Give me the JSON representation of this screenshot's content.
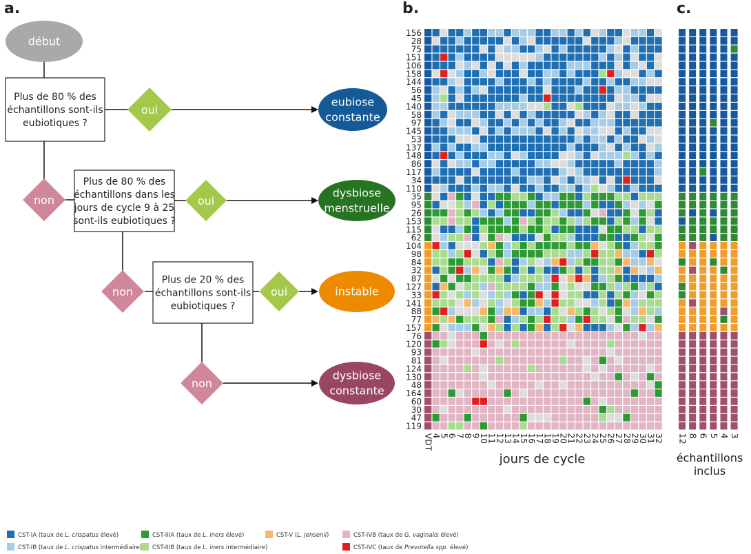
{
  "panels": {
    "a": "a.",
    "b": "b.",
    "c": "c."
  },
  "flowchart": {
    "start": "début",
    "q1": [
      "Plus de 80 % des",
      "échantillons sont-ils",
      "eubiotiques ?"
    ],
    "q2": [
      "Plus de 80 % des",
      "échantillons dans les",
      "jours de cycle 9 à 25",
      "sont-ils eubiotiques ?"
    ],
    "q3": [
      "Plus de 20 % des",
      "échantillons sont-ils",
      "eubiotiques ?"
    ],
    "yes": "oui",
    "no": "non",
    "out1": [
      "eubiose",
      "constante"
    ],
    "out2": [
      "dysbiose",
      "menstruelle"
    ],
    "out3": [
      "instable"
    ],
    "out4": [
      "dysbiose",
      "constante"
    ]
  },
  "heatmap": {
    "xlabel": "jours de cycle",
    "row_labels": [
      "156",
      "28",
      "75",
      "151",
      "106",
      "158",
      "144",
      "56",
      "45",
      "140",
      "58",
      "97",
      "145",
      "53",
      "137",
      "148",
      "86",
      "117",
      "34",
      "110",
      "35",
      "95",
      "26",
      "153",
      "115",
      "62",
      "104",
      "98",
      "84",
      "32",
      "87",
      "127",
      "33",
      "141",
      "88",
      "77",
      "157",
      "76",
      "120",
      "93",
      "81",
      "124",
      "130",
      "48",
      "164",
      "60",
      "30",
      "47",
      "119"
    ],
    "first_col_label": "VDT",
    "day_labels": [
      "4",
      "5",
      "6",
      "7",
      "8",
      "9",
      "10",
      "11",
      "12",
      "13",
      "14",
      "15",
      "16",
      "17",
      "18",
      "19",
      "20",
      "21",
      "22",
      "23",
      "24",
      "25",
      "26",
      "27",
      "28",
      "29",
      "30",
      "31",
      "32"
    ],
    "groups": [
      {
        "code": "A",
        "count": 20
      },
      {
        "code": "C",
        "count": 6
      },
      {
        "code": "O",
        "count": 11
      },
      {
        "code": "P",
        "count": 12
      }
    ]
  },
  "included": {
    "xlabel": [
      "échantillons",
      "inclus"
    ],
    "col_labels": [
      "12",
      "8",
      "6",
      "5",
      "4",
      "3"
    ]
  },
  "legend": [
    {
      "code": "A",
      "color": "#1f6fb2",
      "name": "CST-IA",
      "pre": " (taux de ",
      "species": "L. crispatus",
      "post": " élevé)"
    },
    {
      "code": "B",
      "color": "#a6cde8",
      "name": "CST-IB",
      "pre": " (taux de ",
      "species": "L. crispatus",
      "post": " intermédiaire)"
    },
    {
      "code": "C",
      "color": "#2e9a34",
      "name": "CST-IIIA",
      "pre": " (taux de ",
      "species": "L. iners",
      "post": " élevé)"
    },
    {
      "code": "D",
      "color": "#a8dc8e",
      "name": "CST-IIIB",
      "pre": " (taux de ",
      "species": "L. iners",
      "post": " intermédiaire)"
    },
    {
      "code": "O",
      "color": "#f7b86a",
      "name": "CST-V",
      "pre": " (",
      "species": "L. jensenii",
      "post": ")"
    },
    {
      "code": "P",
      "color": "#e2b5c4",
      "name": "CST-IVB",
      "pre": " (taux de ",
      "species": "G. vaginalis",
      "post": " élevé)"
    },
    {
      "code": "R",
      "color": "#e02020",
      "name": "CST-IVC",
      "pre": " (taux de ",
      "species": "Prevotella spp.",
      "post": " élevé)"
    }
  ],
  "colors": {
    "start": "#a9a9a9",
    "question_border": "#222222",
    "yes_diamond": "#a4c84a",
    "no_diamond": "#d0879a",
    "out_eubiose": "#145a96",
    "out_menstruelle": "#267321",
    "out_instable": "#ee8a00",
    "out_dysbiose": "#9a4660",
    "missing": "#dddddd",
    "group_A": "#17599e",
    "group_C": "#2e8a34",
    "group_O": "#f29d2a",
    "group_P": "#a0506a"
  }
}
